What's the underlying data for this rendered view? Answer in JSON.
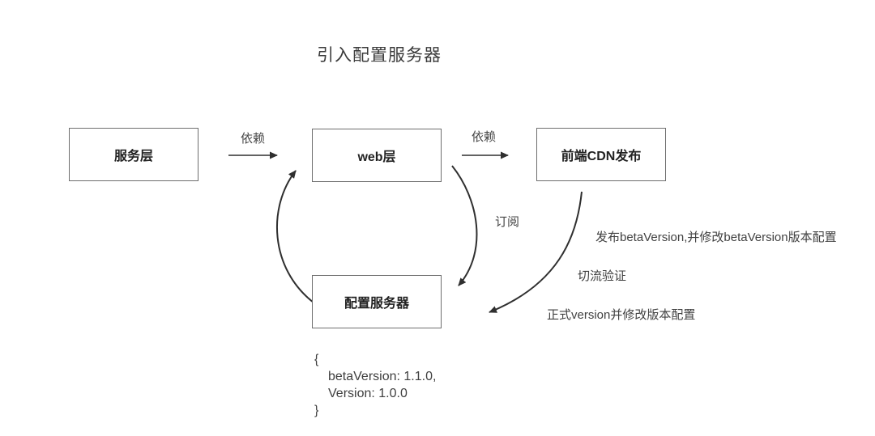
{
  "diagram": {
    "title": "引入配置服务器",
    "nodes": {
      "service": {
        "label": "服务层"
      },
      "web": {
        "label": "web层"
      },
      "cdn": {
        "label": "前端CDN发布"
      },
      "config": {
        "label": "配置服务器"
      }
    },
    "edges": {
      "service_to_web": {
        "label": "依赖"
      },
      "web_to_cdn": {
        "label": "依赖"
      },
      "web_to_config": {
        "label": "订阅"
      }
    },
    "annotations": {
      "publish_beta": "发布betaVersion,并修改betaVersion版本配置",
      "traffic_switch": "切流验证",
      "official_version": "正式version并修改版本配置"
    },
    "code_block": {
      "lines": [
        "{",
        "betaVersion: 1.1.0,",
        "Version: 1.0.0",
        "}"
      ]
    },
    "colors": {
      "background": "#ffffff",
      "box_border": "#6e6e6e",
      "arrow_stroke": "#2f2f2f",
      "text": "#3a3a3a"
    }
  }
}
